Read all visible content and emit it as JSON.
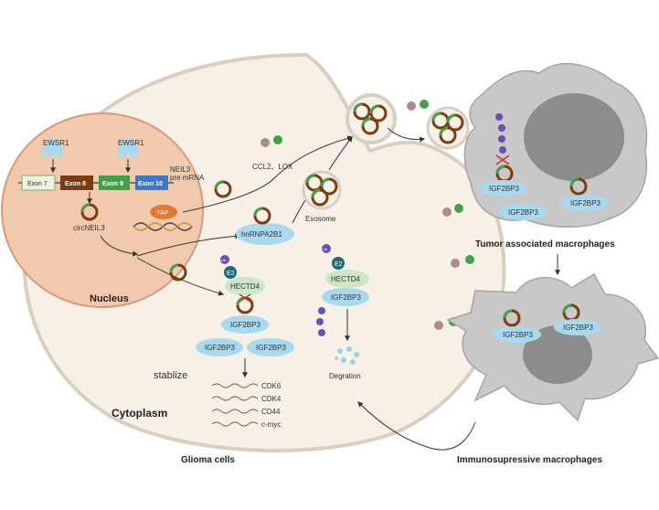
{
  "nucleus": {
    "title": "Nucleus",
    "ewsr1_left": "EWSR1",
    "ewsr1_right": "EWSR1",
    "exon7": "Exon 7",
    "exon8": "Exon 8",
    "exon9": "Exon 9",
    "exon10": "Exon 10",
    "neil3": "NEIL3",
    "pre_mrna": "pre mRNA",
    "circneil3": "circNEIL3"
  },
  "cytoplasm": {
    "title": "Cytoplasm",
    "yap": "YAP",
    "ccl2_lox": "CCL2、LOX",
    "hnrnpa2b1": "hnRNPA2B1",
    "exosome": "Exosome",
    "ub": "Ub",
    "e2": "E2",
    "hectd4": "HECTD4",
    "igf2bp3": "IGF2BP3",
    "stabilize": "stablize",
    "degradation": "Degration",
    "targets": [
      "CDK6",
      "CDK4",
      "CD44",
      "c-myc"
    ]
  },
  "labels": {
    "glioma": "Glioma cells",
    "tam": "Tumor associated macrophages",
    "immuno": "Immunosupressive macrophages"
  },
  "colors": {
    "cell_fill": "#f6f0e6",
    "cell_stroke": "#d9cfbf",
    "nucleus_fill": "#f1c9ad",
    "nucleus_stroke": "#d89a78",
    "circ_rna": "#7a3d12",
    "green": "#3fa247",
    "mauve": "#b08a8a",
    "macrophage": "#c8c8c8",
    "protein_blue": "#a9d9ee",
    "ub_purple": "#6a4fb0",
    "e2_teal": "#1d6b78",
    "hectd4_green": "#cde6c6"
  }
}
